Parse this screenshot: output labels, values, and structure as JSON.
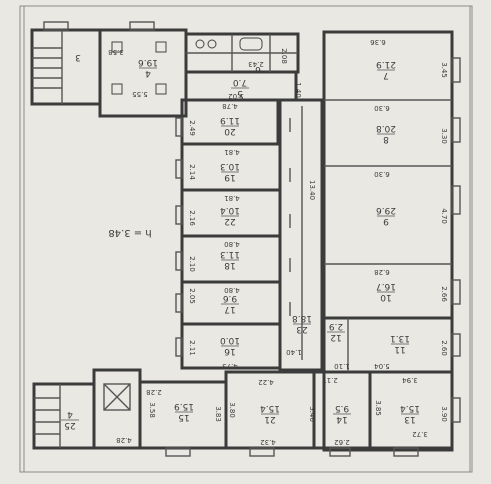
{
  "height_label": "h = 3.48",
  "colors": {
    "paper": "#e9e8e3",
    "wall": "#3b3b3b",
    "line": "#555555",
    "text": "#3a3a3a"
  },
  "rooms": [
    {
      "id": "r3",
      "number": "3",
      "area": ""
    },
    {
      "id": "r4",
      "number": "4",
      "area": "19.6"
    },
    {
      "id": "r5",
      "number": "5",
      "area": "7.0"
    },
    {
      "id": "r6",
      "number": "6",
      "area": ""
    },
    {
      "id": "r7",
      "number": "7",
      "area": "21.9"
    },
    {
      "id": "r8",
      "number": "8",
      "area": "20.8"
    },
    {
      "id": "r9",
      "number": "9",
      "area": "29.6"
    },
    {
      "id": "r10",
      "number": "10",
      "area": "16.7"
    },
    {
      "id": "r11",
      "number": "11",
      "area": "13.1"
    },
    {
      "id": "r12",
      "number": "12",
      "area": "2.9"
    },
    {
      "id": "r13",
      "number": "13",
      "area": "15.4"
    },
    {
      "id": "r14",
      "number": "14",
      "area": "9.5"
    },
    {
      "id": "r15",
      "number": "15",
      "area": "15.9"
    },
    {
      "id": "r16",
      "number": "16",
      "area": "10.0"
    },
    {
      "id": "r17",
      "number": "17",
      "area": "9.6"
    },
    {
      "id": "r18",
      "number": "18",
      "area": "11.3"
    },
    {
      "id": "r19",
      "number": "19",
      "area": "10.3"
    },
    {
      "id": "r20",
      "number": "20",
      "area": "11.9"
    },
    {
      "id": "r21",
      "number": "21",
      "area": "15.4"
    },
    {
      "id": "r22",
      "number": "22",
      "area": "10.4"
    },
    {
      "id": "r23",
      "number": "23",
      "area": "18.8"
    },
    {
      "id": "r25",
      "number": "25",
      "area": "4"
    }
  ],
  "dimensions": [
    "3.58",
    "5.55",
    "2.43",
    "2.08",
    "5.02",
    "1.40",
    "4.78",
    "6.36",
    "3.45",
    "6.30",
    "3.30",
    "2.49",
    "4.81",
    "13.40",
    "6.30",
    "2.14",
    "4.81",
    "4.70",
    "2.16",
    "4.80",
    "2.10",
    "6.28",
    "4.80",
    "2.66",
    "2.05",
    "2.11",
    "1.40",
    "1.10",
    "5.04",
    "2.60",
    "4.73",
    "2.17",
    "3.94",
    "2.28",
    "4.22",
    "3.58",
    "3.80",
    "3.83",
    "3.46",
    "3.85",
    "3.90",
    "4.28",
    "4.32",
    "2.62",
    "3.72"
  ]
}
